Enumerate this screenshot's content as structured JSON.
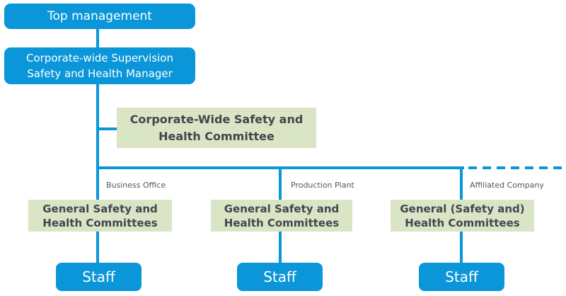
{
  "colors": {
    "box_blue": "#0a96d8",
    "box_green": "#d9e5c4",
    "line_blue": "#0a96d8",
    "green_box_text": "#45454f",
    "branch_label_text": "#56565a",
    "blue_box_text": "#ffffff"
  },
  "nodes": {
    "top_management": "Top management",
    "manager_line1": "Corporate-wide Supervision",
    "manager_line2": "Safety and Health Manager",
    "committee_line1": "Corporate-Wide Safety and",
    "committee_line2": "Health Committee"
  },
  "branches": [
    {
      "label": "Business Office",
      "committee_line1": "General Safety and",
      "committee_line2": "Health Committees",
      "staff": "Staff"
    },
    {
      "label": "Production Plant",
      "committee_line1": "General Safety and",
      "committee_line2": "Health Committees",
      "staff": "Staff"
    },
    {
      "label": "Affiliated Company",
      "committee_line1": "General (Safety and)",
      "committee_line2": "Health Committees",
      "staff": "Staff"
    }
  ]
}
